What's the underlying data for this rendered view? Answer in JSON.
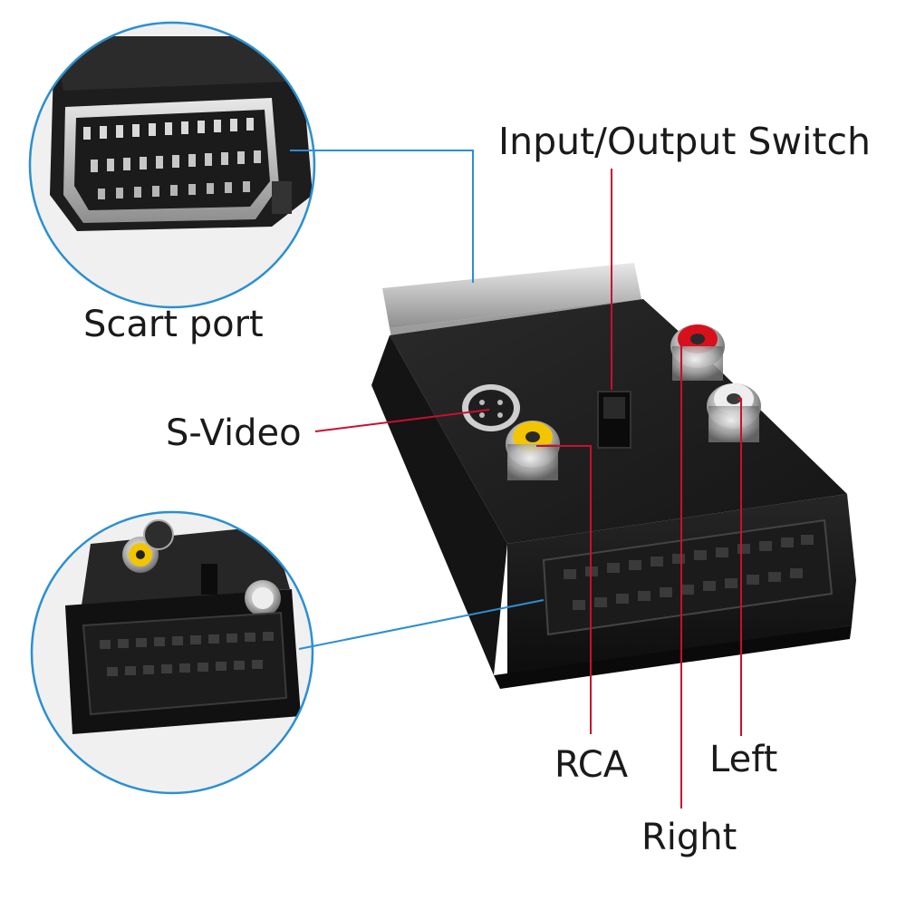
{
  "callouts": {
    "input_output_switch": "Input/Output Switch",
    "scart_port": "Scart port",
    "s_video": "S-Video",
    "rca": "RCA",
    "left": "Left",
    "right": "Right"
  },
  "colors": {
    "leader_blue": "#2b8fd0",
    "leader_red": "#c8102e",
    "adapter_body": "#1f1f1f",
    "rca_yellow": "#f2c500",
    "rca_red": "#d8101c",
    "rca_white": "#eeeeee",
    "metal": "#c9c9c9"
  },
  "icons": [
    "scart-plug-closeup",
    "scart-socket-closeup",
    "scart-adapter-product"
  ]
}
